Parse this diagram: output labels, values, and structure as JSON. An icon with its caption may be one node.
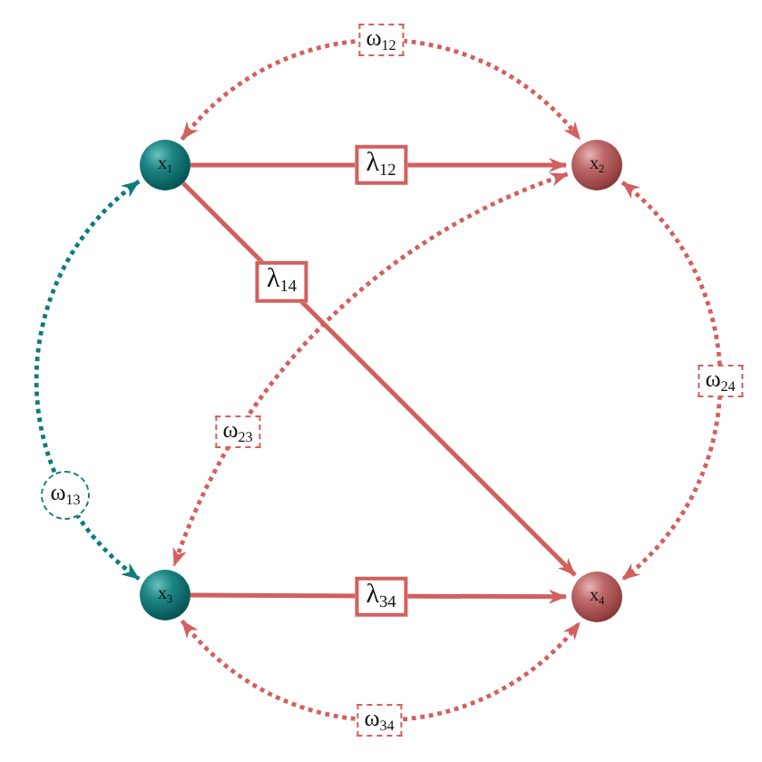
{
  "diagram": {
    "nodes": [
      {
        "text": [
          "x$_{1}$"
        ]
      },
      {
        "text": [
          "x$_{2}$"
        ]
      },
      {
        "text": [
          "x$_{3}$"
        ]
      },
      {
        "text": [
          "x$_{4}$"
        ]
      }
    ],
    "edges": [
      {
        "from": 0,
        "to": 1,
        "arrow": "to",
        "label": "λ$_{12}$"
      },
      {
        "from": 0,
        "to": 3,
        "arrow": "to",
        "label": "λ$_{14}$"
      },
      {
        "from": 2,
        "to": 3,
        "arrow": "to",
        "label": "λ$_{34}$"
      },
      {
        "from": 0,
        "to": 1,
        "arrow": "both",
        "label": "ω$_{12}$",
        "style": "dashed"
      },
      {
        "from": 0,
        "to": 2,
        "arrow": "both",
        "label": "ω$_{13}$",
        "style": "dashed",
        "color": "#0e7c7b"
      },
      {
        "from": 1,
        "to": 2,
        "arrow": "both",
        "label": "ω$_{23}$",
        "style": "dashed"
      },
      {
        "from": 1,
        "to": 3,
        "arrow": "both",
        "label": "ω$_{24}$",
        "style": "dashed"
      },
      {
        "from": 2,
        "to": 3,
        "arrow": "both",
        "label": "ω$_{34}$",
        "style": "dashed"
      }
    ]
  }
}
